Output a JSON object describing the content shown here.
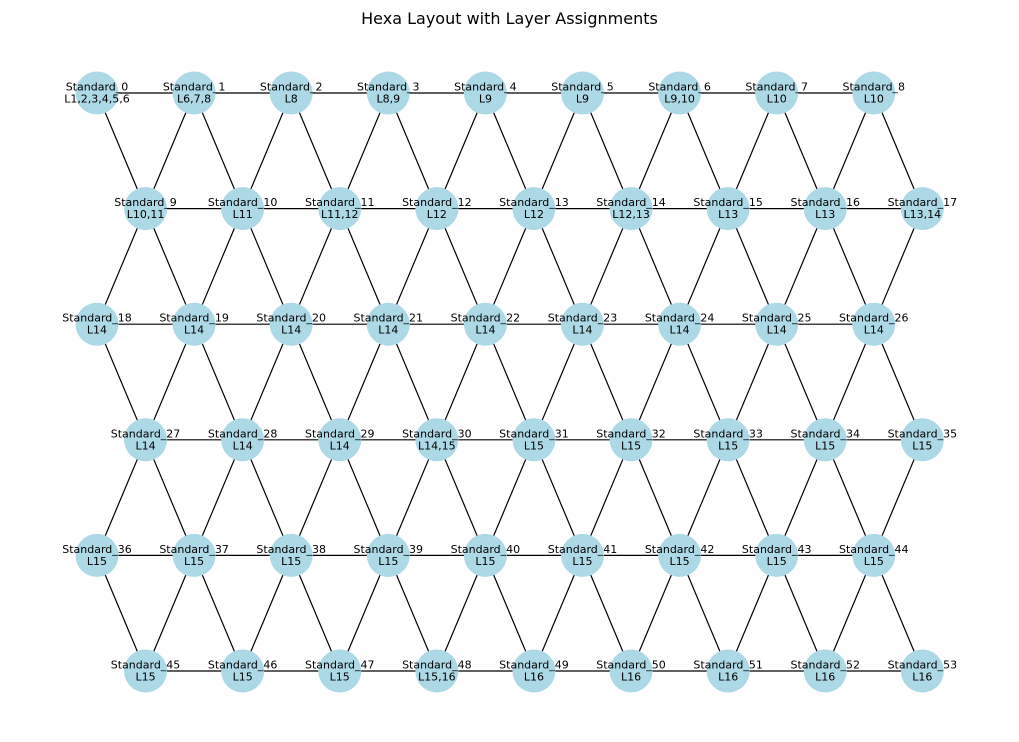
{
  "title": "Hexa Layout with Layer Assignments",
  "style": {
    "node_color": "#add8e6",
    "edge_color": "#000000"
  },
  "graph": {
    "layout": "hexagonal lattice, 6 rows of 9 nodes, odd rows offset right",
    "rows": 6,
    "cols": 9,
    "nodes": [
      {
        "name": "Standard_0",
        "layers": "L1,2,3,4,5,6"
      },
      {
        "name": "Standard_1",
        "layers": "L6,7,8"
      },
      {
        "name": "Standard_2",
        "layers": "L8"
      },
      {
        "name": "Standard_3",
        "layers": "L8,9"
      },
      {
        "name": "Standard_4",
        "layers": "L9"
      },
      {
        "name": "Standard_5",
        "layers": "L9"
      },
      {
        "name": "Standard_6",
        "layers": "L9,10"
      },
      {
        "name": "Standard_7",
        "layers": "L10"
      },
      {
        "name": "Standard_8",
        "layers": "L10"
      },
      {
        "name": "Standard_9",
        "layers": "L10,11"
      },
      {
        "name": "Standard_10",
        "layers": "L11"
      },
      {
        "name": "Standard_11",
        "layers": "L11,12"
      },
      {
        "name": "Standard_12",
        "layers": "L12"
      },
      {
        "name": "Standard_13",
        "layers": "L12"
      },
      {
        "name": "Standard_14",
        "layers": "L12,13"
      },
      {
        "name": "Standard_15",
        "layers": "L13"
      },
      {
        "name": "Standard_16",
        "layers": "L13"
      },
      {
        "name": "Standard_17",
        "layers": "L13,14"
      },
      {
        "name": "Standard_18",
        "layers": "L14"
      },
      {
        "name": "Standard_19",
        "layers": "L14"
      },
      {
        "name": "Standard_20",
        "layers": "L14"
      },
      {
        "name": "Standard_21",
        "layers": "L14"
      },
      {
        "name": "Standard_22",
        "layers": "L14"
      },
      {
        "name": "Standard_23",
        "layers": "L14"
      },
      {
        "name": "Standard_24",
        "layers": "L14"
      },
      {
        "name": "Standard_25",
        "layers": "L14"
      },
      {
        "name": "Standard_26",
        "layers": "L14"
      },
      {
        "name": "Standard_27",
        "layers": "L14"
      },
      {
        "name": "Standard_28",
        "layers": "L14"
      },
      {
        "name": "Standard_29",
        "layers": "L14"
      },
      {
        "name": "Standard_30",
        "layers": "L14,15"
      },
      {
        "name": "Standard_31",
        "layers": "L15"
      },
      {
        "name": "Standard_32",
        "layers": "L15"
      },
      {
        "name": "Standard_33",
        "layers": "L15"
      },
      {
        "name": "Standard_34",
        "layers": "L15"
      },
      {
        "name": "Standard_35",
        "layers": "L15"
      },
      {
        "name": "Standard_36",
        "layers": "L15"
      },
      {
        "name": "Standard_37",
        "layers": "L15"
      },
      {
        "name": "Standard_38",
        "layers": "L15"
      },
      {
        "name": "Standard_39",
        "layers": "L15"
      },
      {
        "name": "Standard_40",
        "layers": "L15"
      },
      {
        "name": "Standard_41",
        "layers": "L15"
      },
      {
        "name": "Standard_42",
        "layers": "L15"
      },
      {
        "name": "Standard_43",
        "layers": "L15"
      },
      {
        "name": "Standard_44",
        "layers": "L15"
      },
      {
        "name": "Standard_45",
        "layers": "L15"
      },
      {
        "name": "Standard_46",
        "layers": "L15"
      },
      {
        "name": "Standard_47",
        "layers": "L15"
      },
      {
        "name": "Standard_48",
        "layers": "L15,16"
      },
      {
        "name": "Standard_49",
        "layers": "L16"
      },
      {
        "name": "Standard_50",
        "layers": "L16"
      },
      {
        "name": "Standard_51",
        "layers": "L16"
      },
      {
        "name": "Standard_52",
        "layers": "L16"
      },
      {
        "name": "Standard_53",
        "layers": "L16"
      }
    ]
  }
}
